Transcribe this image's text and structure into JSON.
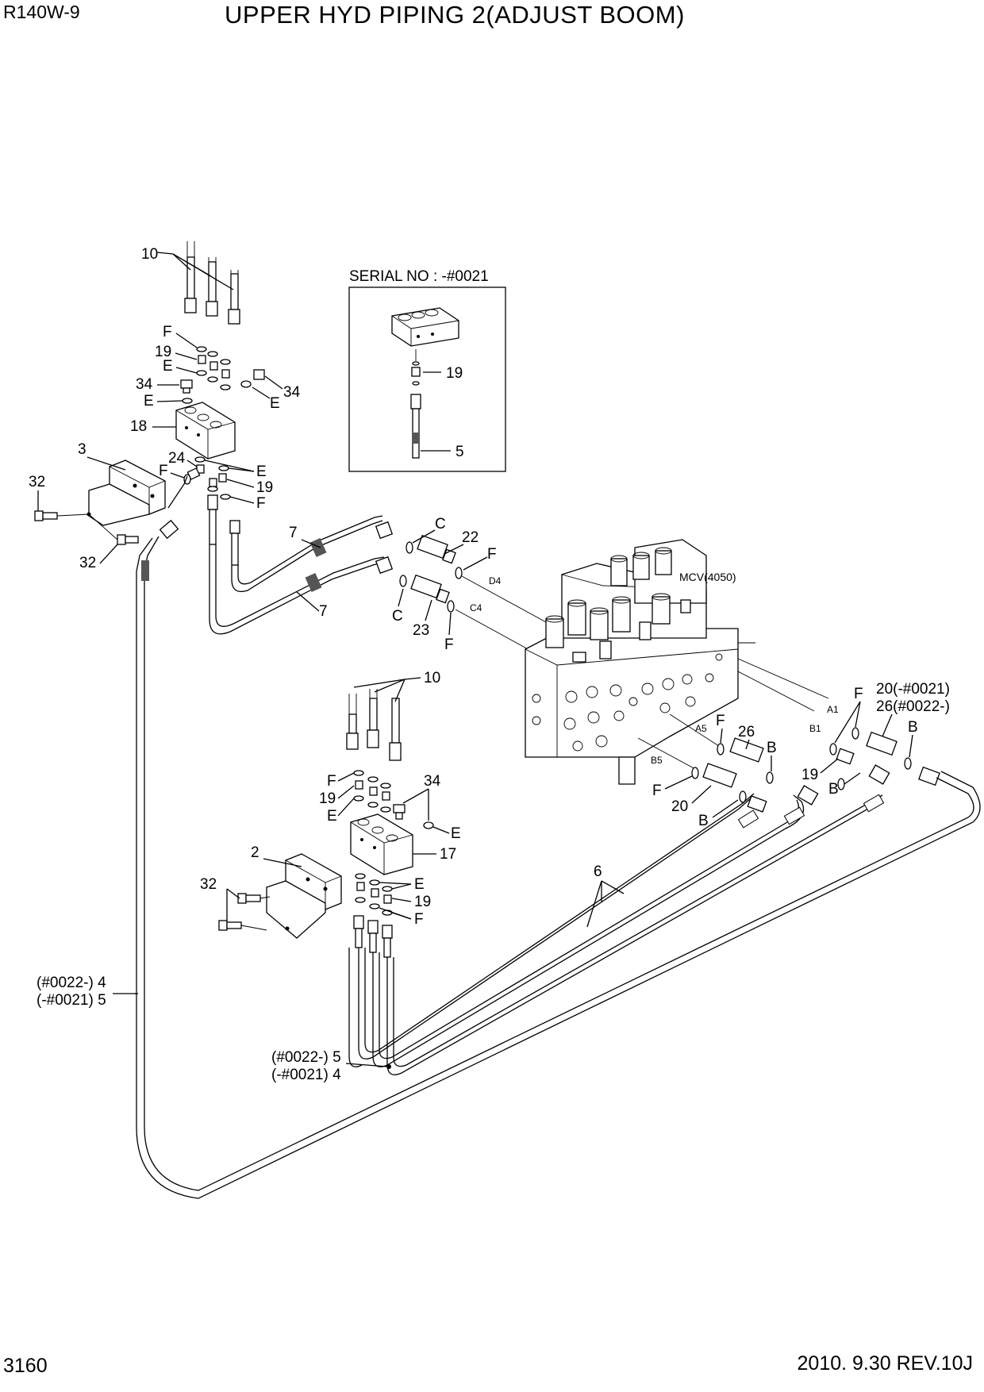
{
  "header": {
    "model": "R140W-9",
    "title": "UPPER HYD PIPING 2(ADJUST BOOM)"
  },
  "footer": {
    "page_number": "3160",
    "revision": "2010. 9.30  REV.10J"
  },
  "inset": {
    "caption": "SERIAL NO : -#0021",
    "labels": [
      "19",
      "5"
    ]
  },
  "labels": {
    "mcv": "MCV(4050)",
    "ports": {
      "d4": "D4",
      "c4": "C4",
      "a1": "A1",
      "b1": "B1",
      "a5": "A5",
      "b5": "B5"
    },
    "top_block": {
      "p10": "10",
      "f1": "F",
      "p19a": "19",
      "e1": "E",
      "p34a": "34",
      "e2": "E",
      "p34b": "34",
      "e3": "E",
      "p18": "18",
      "p3": "3",
      "p24": "24",
      "f2": "F",
      "e4": "E",
      "p19b": "19",
      "f3": "F",
      "p32a": "32",
      "p32b": "32"
    },
    "hoses": {
      "p7a": "7",
      "p7b": "7",
      "c1": "C",
      "p22": "22",
      "f4": "F",
      "c2": "C",
      "p23": "23",
      "f5": "F"
    },
    "lower_block": {
      "p10": "10",
      "f1": "F",
      "p19a": "19",
      "e1": "E",
      "p34": "34",
      "e2": "E",
      "p17": "17",
      "p2": "2",
      "e3": "E",
      "p19b": "19",
      "f2": "F",
      "p32": "32"
    },
    "right_side": {
      "f1": "F",
      "p20_26_a": "20(-#0021)",
      "p20_26_b": "26(#0022-)",
      "b1": "B",
      "f2": "F",
      "p26": "26",
      "b2": "B",
      "p19": "19",
      "b3": "B",
      "f3": "F",
      "p20": "20",
      "b4": "B",
      "p6": "6"
    },
    "variants": {
      "left_a": "(#0022-) 4",
      "left_b": "(-#0021) 5",
      "bottom_a": "(#0022-) 5",
      "bottom_b": "(-#0021) 4"
    }
  }
}
